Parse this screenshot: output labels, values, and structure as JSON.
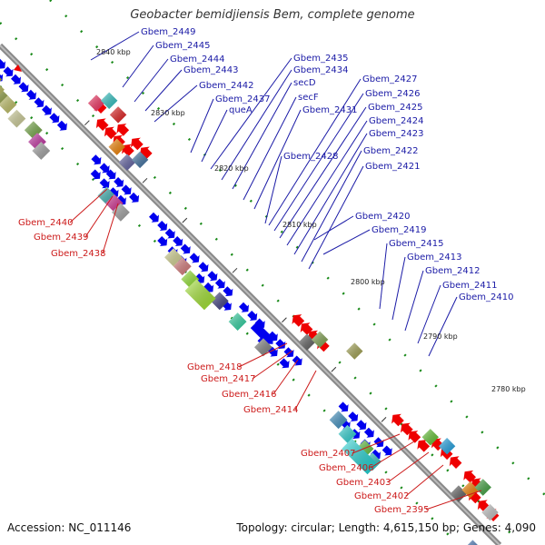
{
  "title": "Geobacter bemidjiensis Bem, complete genome",
  "footer": {
    "accession": "Accession: NC_011146",
    "info": "Topology: circular; Length: 4,615,150 bp; Genes: 4,090"
  },
  "ticks": [
    "2840 kbp",
    "2830 kbp",
    "2820 kbp",
    "2810 kbp",
    "2800 kbp",
    "2790 kbp",
    "2780 kbp"
  ],
  "labels_plus": [
    "Gbem_2449",
    "Gbem_2445",
    "Gbem_2444",
    "Gbem_2443",
    "Gbem_2442",
    "Gbem_2437",
    "queA",
    "Gbem_2435",
    "Gbem_2434",
    "secD",
    "secF",
    "Gbem_2431",
    "Gbem_2428",
    "Gbem_2427",
    "Gbem_2426",
    "Gbem_2425",
    "Gbem_2424",
    "Gbem_2423",
    "Gbem_2422",
    "Gbem_2421",
    "Gbem_2420",
    "Gbem_2419",
    "Gbem_2415",
    "Gbem_2413",
    "Gbem_2412",
    "Gbem_2411",
    "Gbem_2410"
  ],
  "labels_minus": [
    "Gbem_2440",
    "Gbem_2439",
    "Gbem_2438",
    "Gbem_2418",
    "Gbem_2417",
    "Gbem_2416",
    "Gbem_2414",
    "Gbem_2407",
    "Gbem_2406",
    "Gbem_2403",
    "Gbem_2402",
    "Gbem_2395"
  ],
  "colors": {
    "plus_label": "#1a1aa6",
    "minus_label": "#cc1a1a",
    "plus_strand": "#0000ee",
    "minus_strand": "#ee0000",
    "backbone": "#888888",
    "tick": "#1a8a1a"
  }
}
